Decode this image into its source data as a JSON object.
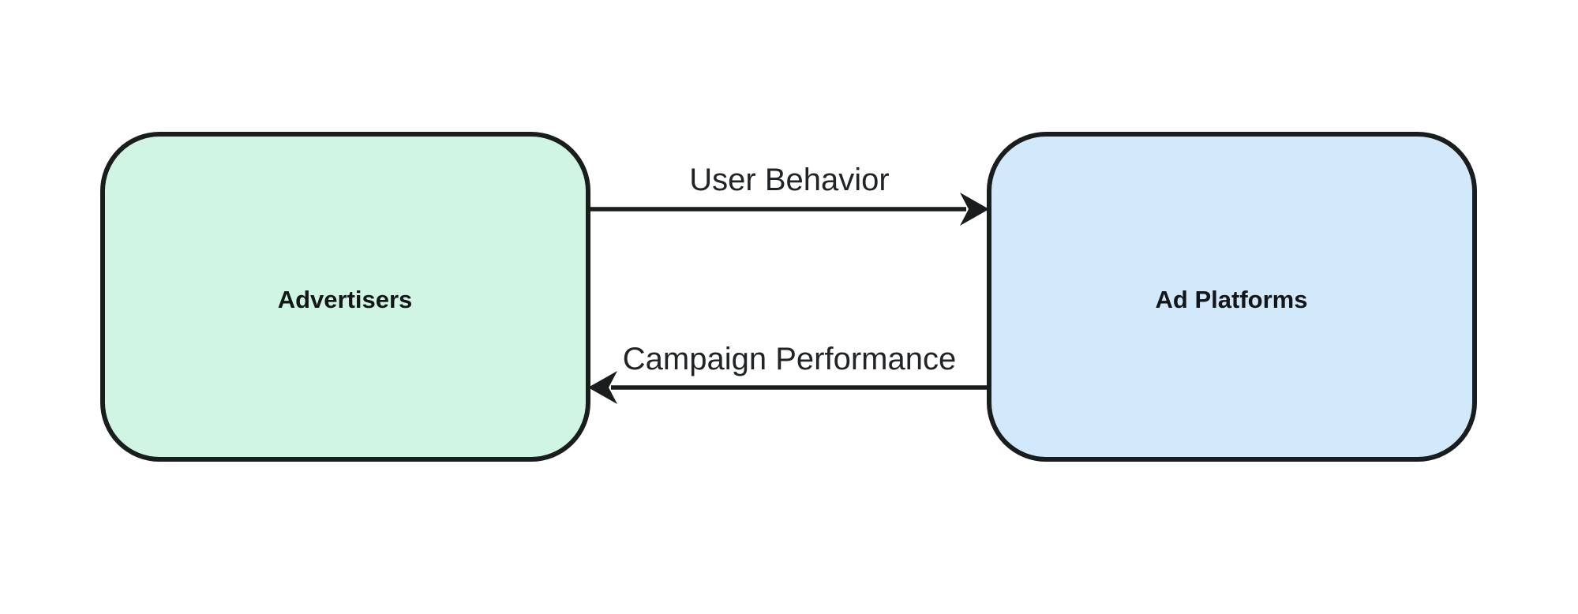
{
  "diagram": {
    "type": "flowchart",
    "background": "#ffffff",
    "nodes": [
      {
        "id": "advertisers",
        "label": "Advertisers",
        "fill": "#d0f6e3",
        "stroke": "#1a1d1e",
        "shape": "rounded-rectangle"
      },
      {
        "id": "ad-platforms",
        "label": "Ad Platforms",
        "fill": "#d1e9fb",
        "stroke": "#1a1d1e",
        "shape": "rounded-rectangle"
      }
    ],
    "edges": [
      {
        "from": "advertisers",
        "to": "ad-platforms",
        "label": "User Behavior",
        "direction": "left-to-right",
        "arrowhead": "notched-triangle"
      },
      {
        "from": "ad-platforms",
        "to": "advertisers",
        "label": "Campaign Performance",
        "direction": "right-to-left",
        "arrowhead": "notched-triangle"
      }
    ],
    "colors": {
      "node_green_fill": "#d0f6e3",
      "node_blue_fill": "#d1e9fb",
      "stroke": "#1a1d1e",
      "edge_label_text": "#212426",
      "node_label_text": "#131619",
      "background": "#ffffff"
    }
  }
}
